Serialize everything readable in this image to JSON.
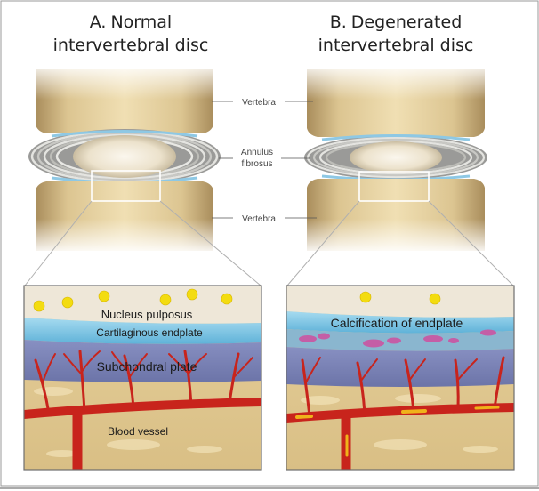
{
  "panel_a": {
    "title_letter": "A.",
    "title_line1": "Normal",
    "title_line2": "intervertebral disc"
  },
  "panel_b": {
    "title_letter": "B.",
    "title_line1": "Degenerated",
    "title_line2": "intervertebral disc"
  },
  "labels": {
    "vertebra_top": "Vertebra",
    "annulus_line1": "Annulus",
    "annulus_line2": "fibrosus",
    "vertebra_bottom": "Vertebra"
  },
  "zoom_a": {
    "nucleus": "Nucleus pulposus",
    "cartilage": "Cartilaginous endplate",
    "subchondral": "Subchondral plate",
    "vessel": "Blood vessel"
  },
  "zoom_b": {
    "calcification": "Calcification of endplate"
  },
  "colors": {
    "bone": "#e8d3a0",
    "bone_shadow": "#b89a63",
    "nucleus": "#efe6d2",
    "cartilage": "#79c3e3",
    "subchondral": "#7b83b8",
    "vessel": "#c8241c",
    "yellow_dot": "#f3dc10",
    "calcification": "#c45ea6"
  }
}
